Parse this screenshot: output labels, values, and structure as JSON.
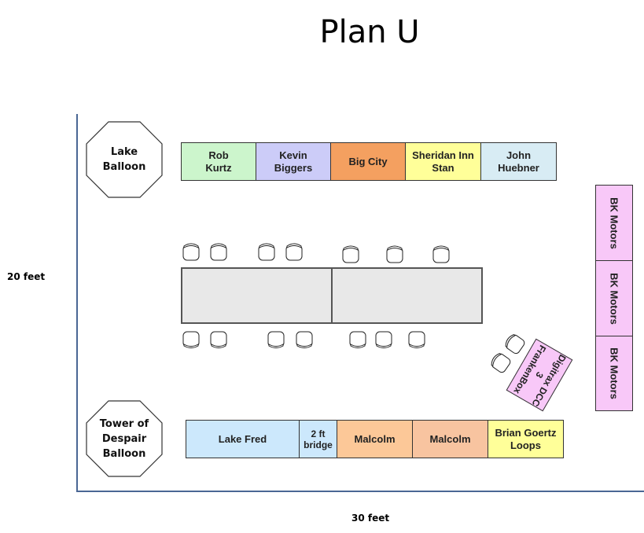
{
  "title": "Plan U",
  "dimensions": {
    "height_label": "20 feet",
    "width_label": "30 feet"
  },
  "colors": {
    "axis": "#4a6794",
    "green": "#ccf5cc",
    "lavender": "#ccccf8",
    "orange": "#f4a060",
    "yellow": "#ffff99",
    "light_blue": "#d8ecf4",
    "sky": "#cce8fc",
    "peach": "#fcc898",
    "pink": "#f8c8f8",
    "table": "#e8e8e8"
  },
  "balloons": [
    {
      "label": "Lake\nBalloon"
    },
    {
      "label": "Tower of\nDespair\nBalloon"
    }
  ],
  "top_row": [
    {
      "label": "Rob\nKurtz"
    },
    {
      "label": "Kevin\nBiggers"
    },
    {
      "label": "Big City"
    },
    {
      "label": "Sheridan Inn\nStan"
    },
    {
      "label": "John\nHuebner"
    }
  ],
  "bottom_row": [
    {
      "label": "Lake Fred"
    },
    {
      "label": "2 ft\nbridge"
    },
    {
      "label": "Malcolm"
    },
    {
      "label": "Malcolm"
    },
    {
      "label": "Brian Goertz\nLoops"
    }
  ],
  "right_column": [
    {
      "label": "BK Motors"
    },
    {
      "label": "BK Motors"
    },
    {
      "label": "BK Motors"
    }
  ],
  "angled_box": {
    "label": "Digitrax DCC\n3\nFrankenBox"
  },
  "tables": [
    {
      "name": "table-left"
    },
    {
      "name": "table-right"
    }
  ],
  "chairs": {
    "top_count": 7,
    "bottom_count": 7,
    "angled_count": 2
  }
}
